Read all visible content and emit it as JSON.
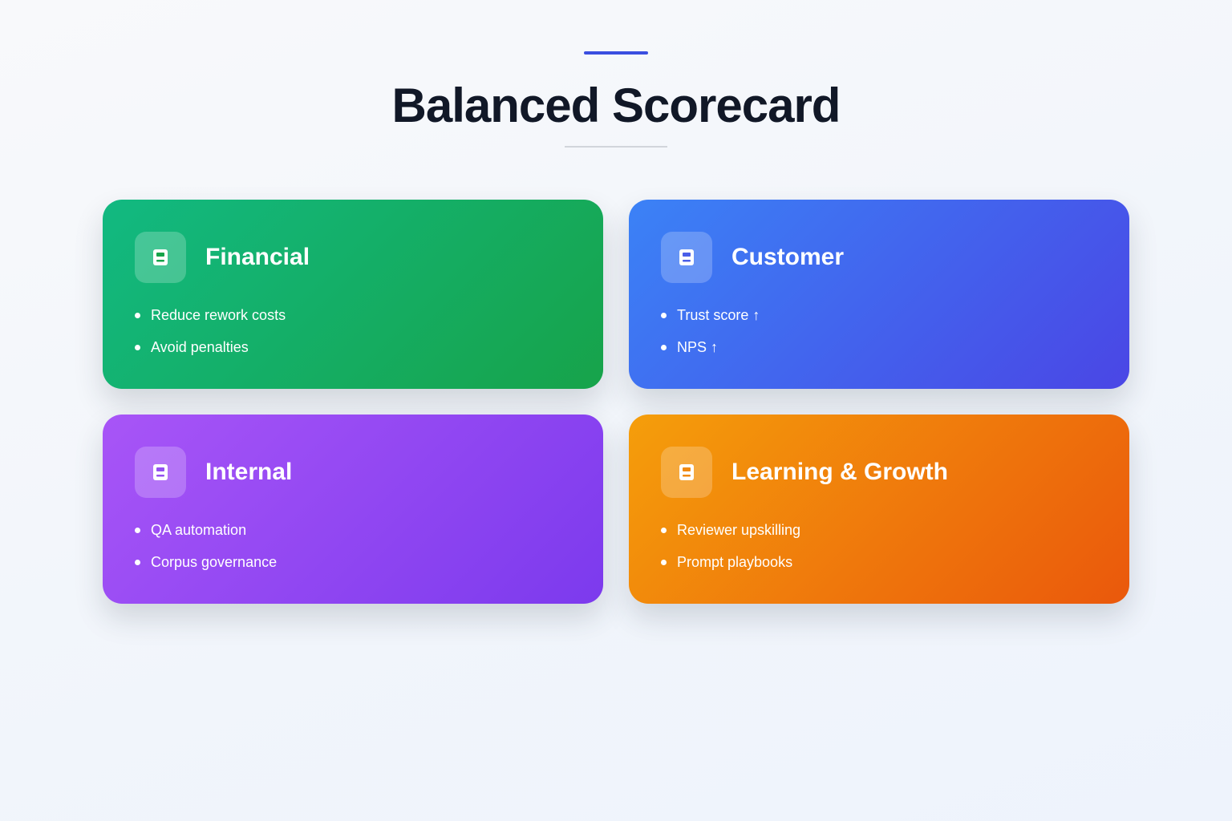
{
  "header": {
    "title": "Balanced Scorecard",
    "accent_color": "#3b4fe0"
  },
  "cards": [
    {
      "title": "Financial",
      "icon": "book-icon",
      "color": "#16a34a",
      "items": [
        "Reduce rework costs",
        "Avoid penalties"
      ]
    },
    {
      "title": "Customer",
      "icon": "book-icon",
      "color": "#4f46e5",
      "items": [
        "Trust score ↑",
        "NPS ↑"
      ]
    },
    {
      "title": "Internal",
      "icon": "book-icon",
      "color": "#8b5cf6",
      "items": [
        "QA automation",
        "Corpus governance"
      ]
    },
    {
      "title": "Learning & Growth",
      "icon": "book-icon",
      "color": "#f97316",
      "items": [
        "Reviewer upskilling",
        "Prompt playbooks"
      ]
    }
  ]
}
